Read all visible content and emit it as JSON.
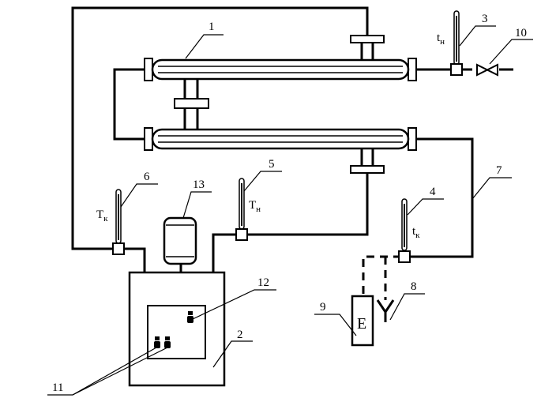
{
  "diagram": {
    "callouts": {
      "c1": "1",
      "c2": "2",
      "c3": "3",
      "c4": "4",
      "c5": "5",
      "c6": "6",
      "c7": "7",
      "c8": "8",
      "c9": "9",
      "c10": "10",
      "c11": "11",
      "c12": "12",
      "c13": "13"
    },
    "temperature_labels": {
      "t_hot_out": {
        "main": "t",
        "sub": "н"
      },
      "t_cold_out": {
        "main": "t",
        "sub": "к"
      },
      "T_hot_in": {
        "main": "Т",
        "sub": "н"
      },
      "T_cold_in": {
        "main": "Т",
        "sub": "к"
      }
    },
    "meter_letter": "E"
  }
}
